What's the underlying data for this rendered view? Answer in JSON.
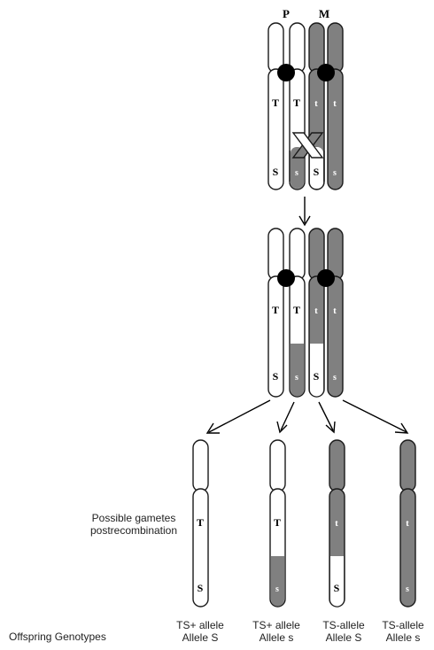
{
  "parents": {
    "paternal": "P",
    "maternal": "M"
  },
  "alleles": {
    "T": "T",
    "t": "t",
    "S": "S",
    "s": "s"
  },
  "captions": {
    "gametes_line1": "Possible gametes",
    "gametes_line2": "postrecombination",
    "offspring": "Offspring Genotypes"
  },
  "genotypes": [
    {
      "line1": "TS+ allele",
      "line2": "Allele S"
    },
    {
      "line1": "TS+ allele",
      "line2": "Allele s"
    },
    {
      "line1": "TS-allele",
      "line2": "Allele S"
    },
    {
      "line1": "TS-allele",
      "line2": "Allele s"
    }
  ],
  "colors": {
    "light": "#ffffff",
    "dark": "#808080",
    "outline": "#1a1a1a",
    "centromere": "#000000"
  }
}
